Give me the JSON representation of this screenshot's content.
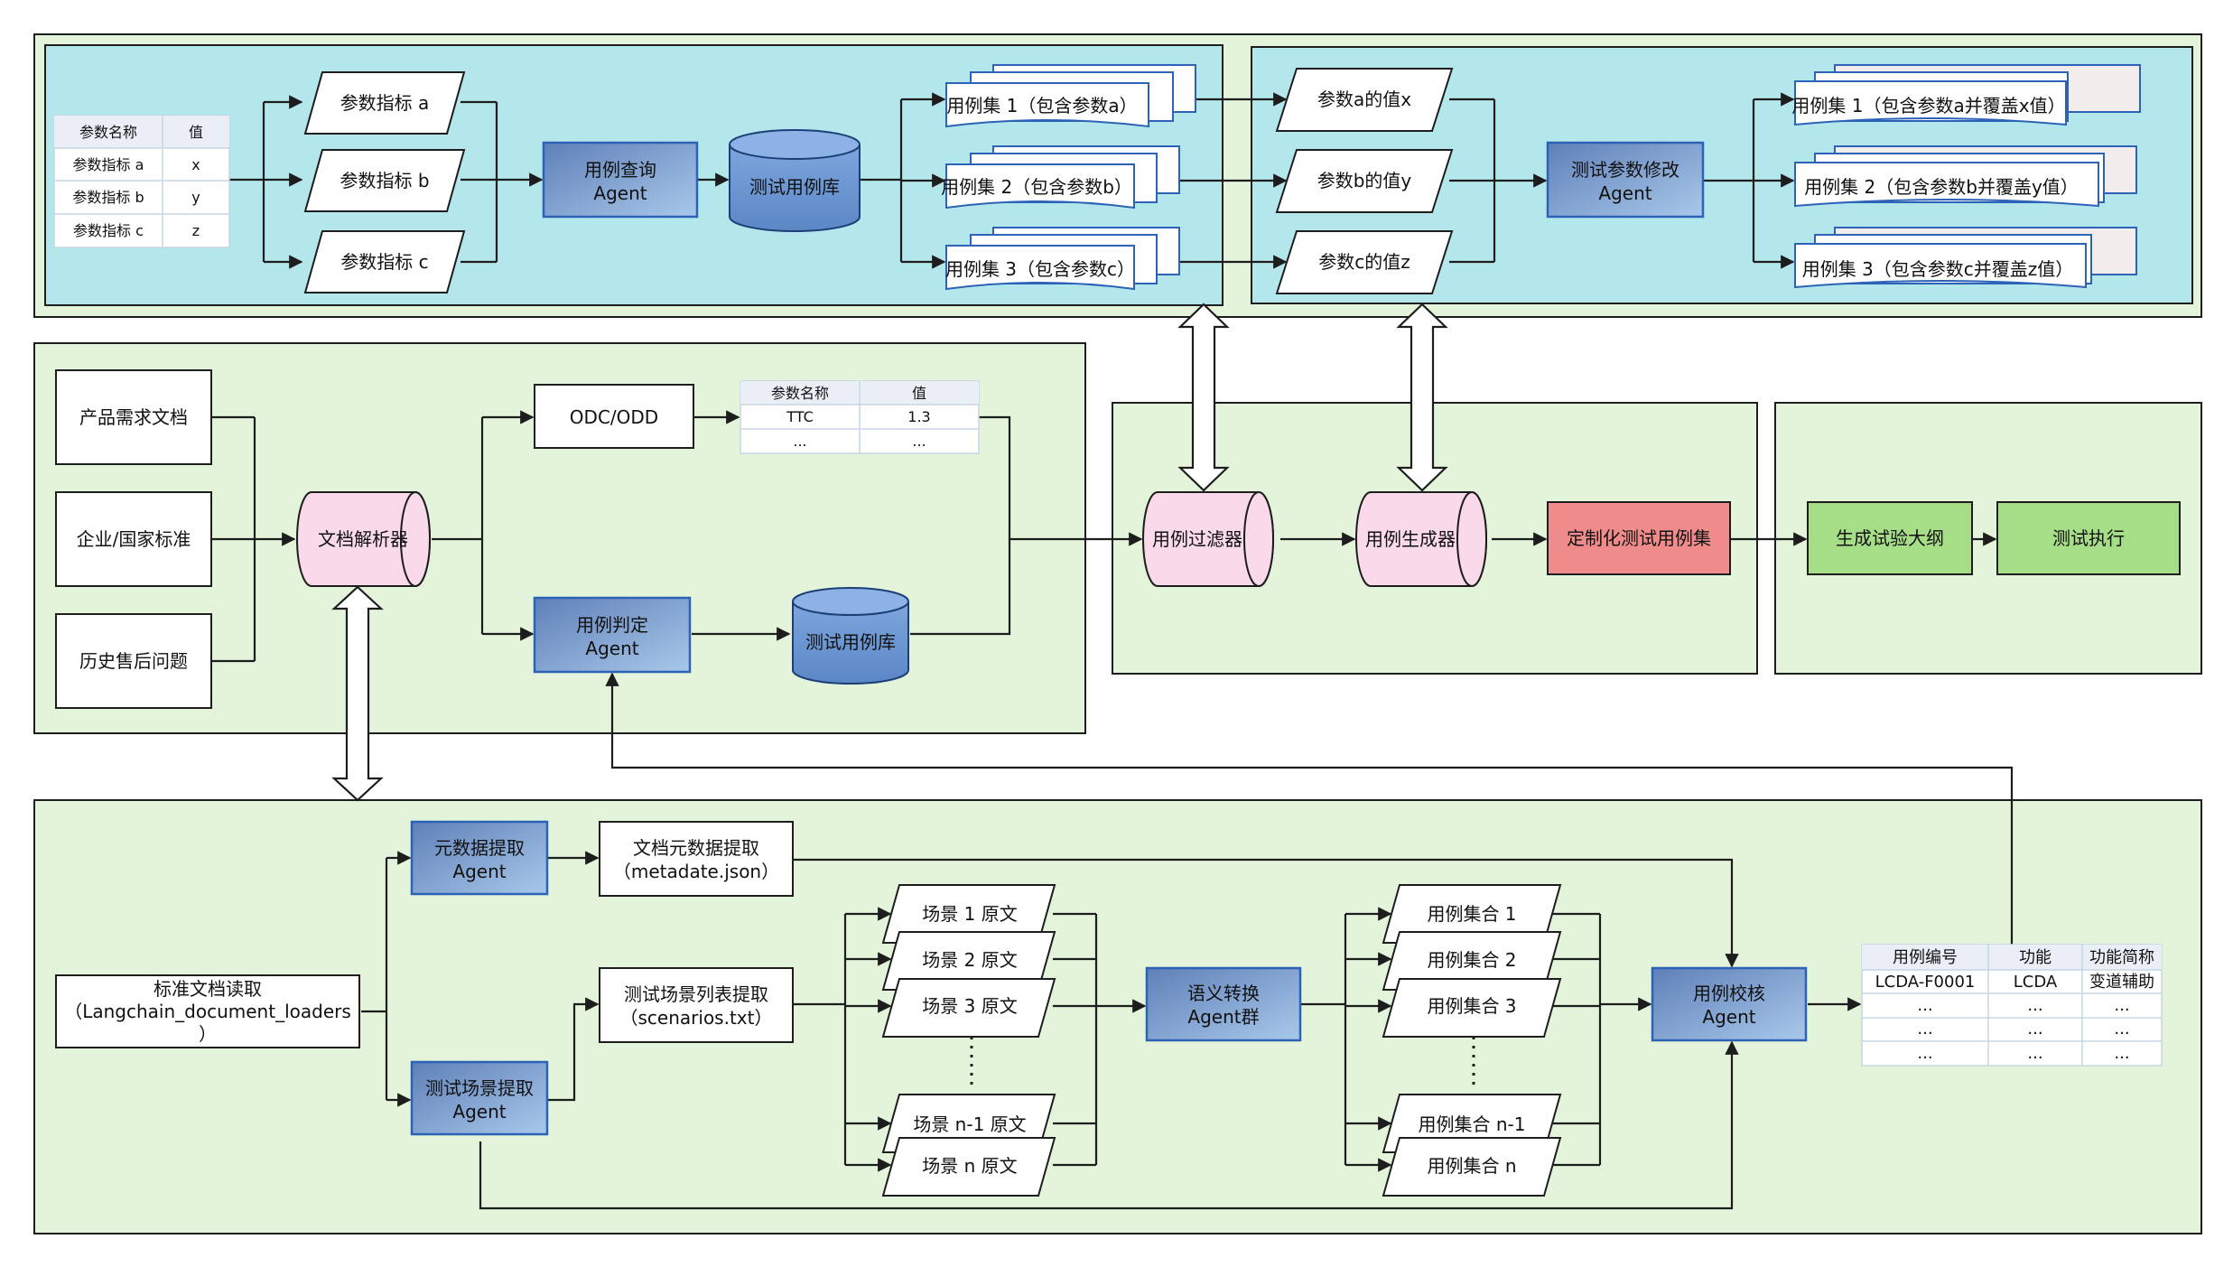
{
  "colors": {
    "cyan_panel": "#b4e7eb",
    "green_panel": "#e3f4db",
    "agent_fill": "#6d90c3",
    "db_fill": "#6f9ad4",
    "pink": "#f9d9ea",
    "red": "#f08b8b",
    "green_box": "#a6dd87",
    "stroke": "#1d1d1d"
  },
  "top_left": {
    "param_table": {
      "header": [
        "参数名称",
        "值"
      ],
      "rows": [
        [
          "参数指标 a",
          "x"
        ],
        [
          "参数指标 b",
          "y"
        ],
        [
          "参数指标 c",
          "z"
        ]
      ]
    },
    "param_a": "参数指标 a",
    "param_b": "参数指标 b",
    "param_c": "参数指标 c",
    "query_agent": [
      "用例查询",
      "Agent"
    ],
    "case_db": "测试用例库",
    "set1": "用例集 1（包含参数a）",
    "set2": "用例集 2（包含参数b）",
    "set3": "用例集 3（包含参数c）"
  },
  "top_right": {
    "val_a": "参数a的值x",
    "val_b": "参数b的值y",
    "val_c": "参数c的值z",
    "modify_agent": [
      "测试参数修改",
      "Agent"
    ],
    "set1": "用例集 1（包含参数a并覆盖x值）",
    "set2": "用例集 2（包含参数b并覆盖y值）",
    "set3": "用例集 3（包含参数c并覆盖z值）"
  },
  "middle": {
    "doc1": "产品需求文档",
    "doc2": "企业/国家标准",
    "doc3": "历史售后问题",
    "parser": "文档解析器",
    "odc": "ODC/ODD",
    "odc_table": {
      "header": [
        "参数名称",
        "值"
      ],
      "rows": [
        [
          "TTC",
          "1.3"
        ],
        [
          "...",
          "..."
        ]
      ]
    },
    "judge_agent": [
      "用例判定",
      "Agent"
    ],
    "case_db": "测试用例库",
    "filter": "用例过滤器",
    "generator": "用例生成器",
    "custom_set": "定制化测试用例集",
    "outline": "生成试验大纲",
    "exec": "测试执行"
  },
  "bottom": {
    "reader": [
      "标准文档读取",
      "（Langchain_document_loaders",
      "）"
    ],
    "meta_agent": [
      "元数据提取",
      "Agent"
    ],
    "meta_out": [
      "文档元数据提取",
      "（metadate.json）"
    ],
    "scene_agent": [
      "测试场景提取",
      "Agent"
    ],
    "scene_out": [
      "测试场景列表提取",
      "（scenarios.txt）"
    ],
    "scenes": [
      "场景 1 原文",
      "场景 2 原文",
      "场景 3 原文",
      "场景 n-1 原文",
      "场景 n 原文"
    ],
    "semantic_agent": [
      "语义转换",
      "Agent群"
    ],
    "collections": [
      "用例集合 1",
      "用例集合 2",
      "用例集合 3",
      "用例集合 n-1",
      "用例集合 n"
    ],
    "check_agent": [
      "用例校核",
      "Agent"
    ],
    "result_table": {
      "header": [
        "用例编号",
        "功能",
        "功能简称"
      ],
      "rows": [
        [
          "LCDA-F0001",
          "LCDA",
          "变道辅助"
        ],
        [
          "...",
          "...",
          "..."
        ],
        [
          "...",
          "...",
          "..."
        ],
        [
          "...",
          "...",
          "..."
        ]
      ]
    }
  }
}
